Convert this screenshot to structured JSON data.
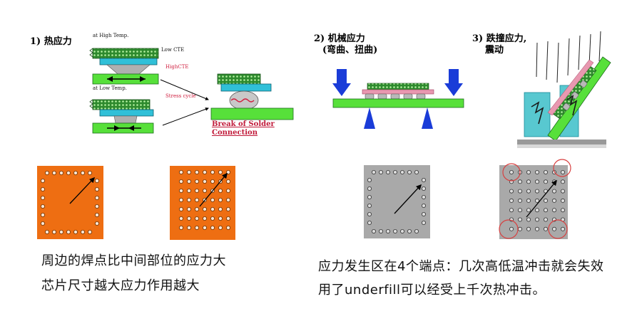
{
  "panel1": {
    "title": "1) 热应力",
    "high_temp": "at High Temp.",
    "low_temp": "at Low Temp.",
    "low_cte": "Low CTE",
    "high_cte": "HighCTE",
    "stress_cycle": "Stress cycle",
    "break_line1": "Break of Solder",
    "break_line2": "Connection"
  },
  "panel2": {
    "title_line1": "2) 机械应力",
    "title_line2": "(弯曲、扭曲)"
  },
  "panel3": {
    "title_line1": "3) 跌撞应力,",
    "title_line2": "震动"
  },
  "captions": {
    "left_line1": "周边的焊点比中间部位的应力大",
    "left_line2": "芯片尺寸越大应力作用越大",
    "right_line1": "应力发生区在4个端点：几次高低温冲击就会失效",
    "right_line2": "用了underfill可以经受上千次热冲击。"
  },
  "colors": {
    "orange_package": "#ee6e12",
    "gray_package": "#a9a9a9",
    "board_green": "#57e03a",
    "chip_cyan": "#30c0d8",
    "arrow_blue": "#1a3cd8",
    "stress_red": "#d02040",
    "highlight_circle": "#d84040"
  }
}
